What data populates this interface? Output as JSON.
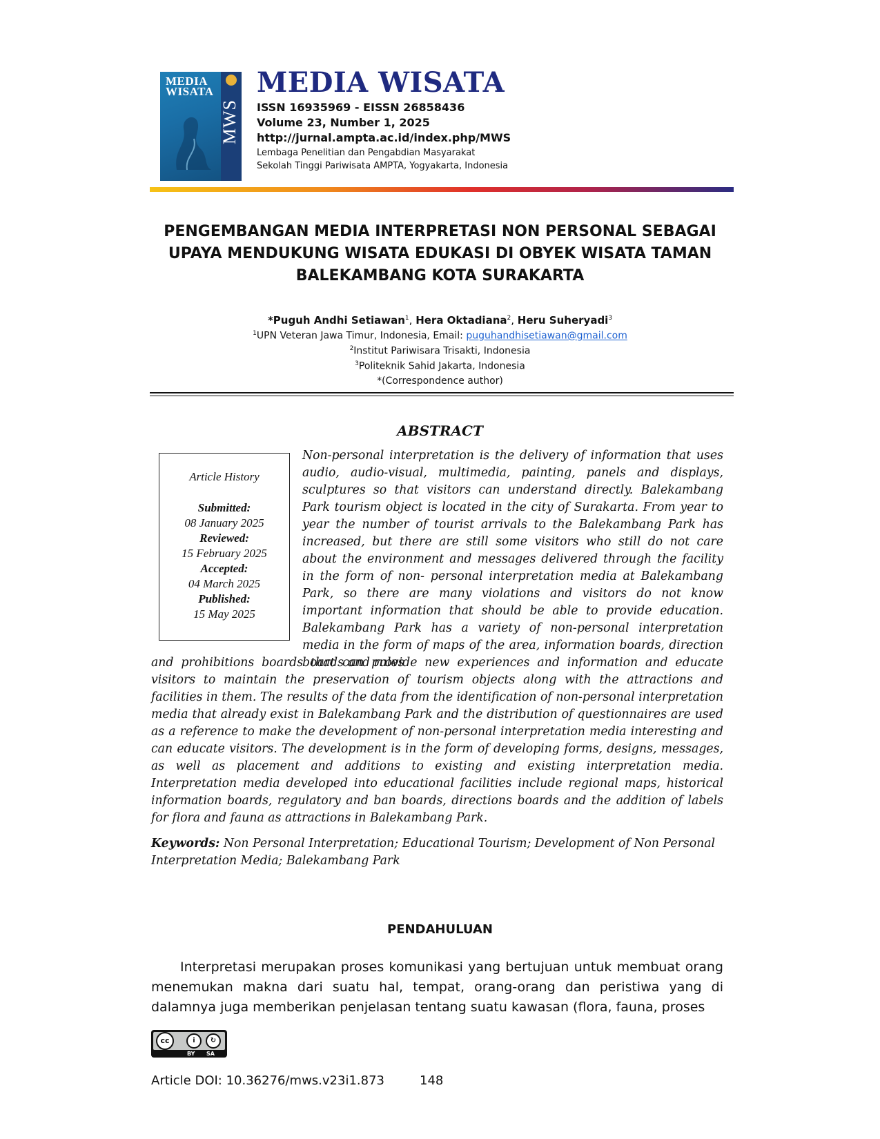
{
  "header": {
    "cover": {
      "title_line1": "MEDIA",
      "title_line2": "WISATA",
      "spine": "MWS"
    },
    "journal_title": "MEDIA WISATA",
    "issn": "ISSN 16935969 - EISSN 26858436",
    "volume": "Volume 23, Number 1, 2025",
    "url": "http://jurnal.ampta.ac.id/index.php/MWS",
    "institution_line1": "Lembaga Penelitian dan Pengabdian Masyarakat",
    "institution_line2": "Sekolah Tinggi Pariwisata AMPTA, Yogyakarta, Indonesia",
    "colors": {
      "title": "#1f2a80",
      "bar_start": "#f6c216",
      "bar_end": "#2b2c82"
    }
  },
  "paper": {
    "title_line1": "PENGEMBANGAN MEDIA INTERPRETASI NON PERSONAL SEBAGAI",
    "title_line2": "UPAYA MENDUKUNG WISATA EDUKASI DI OBYEK WISATA TAMAN",
    "title_line3": "BALEKAMBANG KOTA SURAKARTA",
    "authors": {
      "a1": "*Puguh Andhi Setiawan",
      "a1_sup": "1",
      "a2": "Hera Oktadiana",
      "a2_sup": "2",
      "a3": "Heru Suheryadi",
      "a3_sup": "3"
    },
    "affiliations": {
      "aff1_sup": "1",
      "aff1": "UPN Veteran Jawa Timur, Indonesia, Email: ",
      "aff1_email": "puguhandhisetiawan@gmail.com",
      "aff2_sup": "2",
      "aff2": "Institut Pariwisara Trisakti, Indonesia",
      "aff3_sup": "3",
      "aff3": "Politeknik Sahid Jakarta, Indonesia",
      "correspondence": "*(Correspondence author)"
    }
  },
  "abstract": {
    "heading": "ABSTRACT",
    "text_a": "Non-personal interpretation is the delivery of information that uses audio, audio-visual, multimedia, painting, panels and displays, sculptures so that visitors can understand directly. Balekambang Park tourism object is located in the city of Surakarta. From year to year the number of tourist arrivals to the Balekambang Park has increased, but there are still some visitors who still do not care about the environment and messages delivered through the facility in the form of non- personal interpretation media at Balekambang Park, so there are many violations and visitors do not know important information that should be able to provide education. Balekambang Park has a variety of non-personal interpretation media in the form of maps of the area, information boards, direction boards and rules",
    "text_b": "and prohibitions boards that can provide new experiences and information and educate visitors to maintain the preservation of tourism objects along with the attractions and facilities in them. The results of the data from the identification of non-personal interpretation media that already exist in Balekambang Park and the distribution of questionnaires are used as a reference to make the development of non-personal interpretation media interesting and can educate visitors. The development is in the form of developing forms, designs, messages, as well as placement and additions to existing and existing interpretation media. Interpretation media developed into educational facilities include regional maps, historical information boards, regulatory and ban boards, directions boards and the addition of labels for flora and fauna as attractions in Balekambang Park."
  },
  "history": {
    "title": "Article History",
    "submitted_label": "Submitted:",
    "submitted": "08 January 2025",
    "reviewed_label": "Reviewed:",
    "reviewed": "15 February 2025",
    "accepted_label": "Accepted:",
    "accepted": "04 March 2025",
    "published_label": "Published:",
    "published": "15 May 2025"
  },
  "keywords": {
    "label": "Keywords:",
    "value": "Non Personal Interpretation; Educational Tourism; Development of Non Personal Interpretation Media; Balekambang Park"
  },
  "body": {
    "heading": "PENDAHULUAN",
    "paragraph": "Interpretasi merupakan proses komunikasi yang bertujuan untuk membuat orang menemukan makna dari suatu hal, tempat, orang-orang dan peristiwa yang di dalamnya juga memberikan penjelasan tentang suatu kawasan (flora, fauna, proses"
  },
  "footer": {
    "license_by": "BY",
    "license_sa": "SA",
    "doi": "Article DOI: 10.36276/mws.v23i1.873",
    "page_number": "148"
  }
}
